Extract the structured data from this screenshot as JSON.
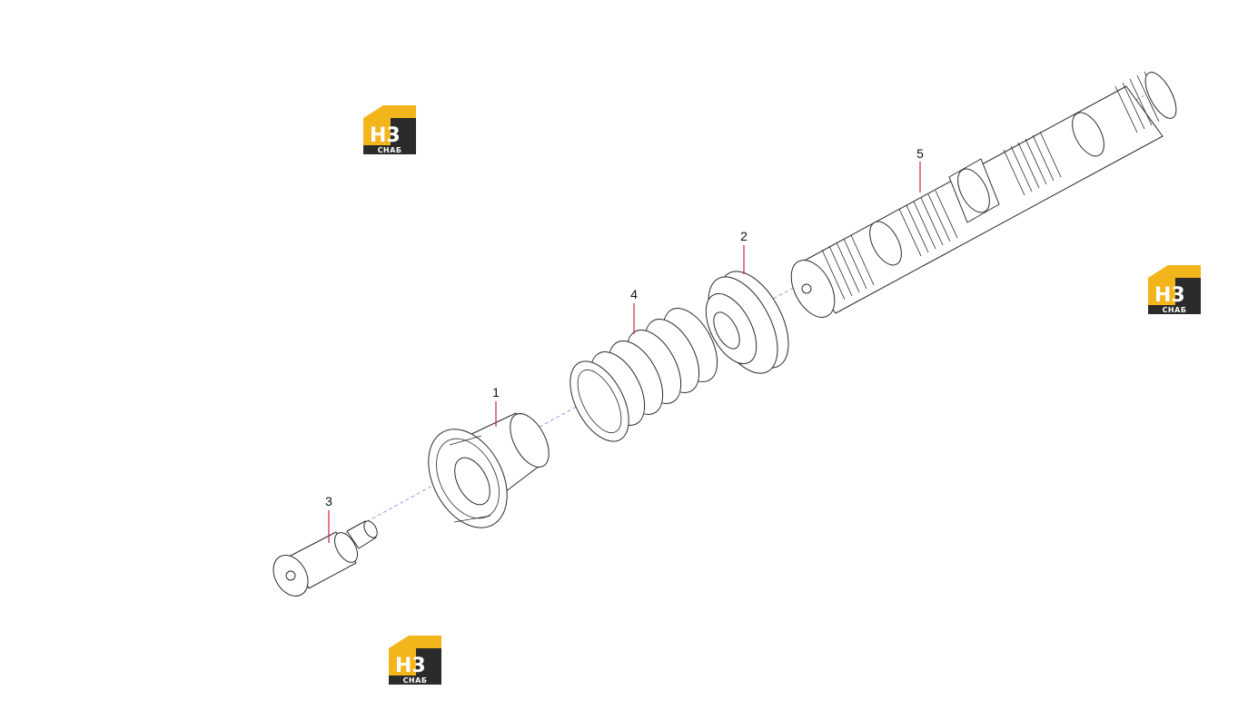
{
  "callouts": {
    "c1": "1",
    "c2": "2",
    "c3": "3",
    "c4": "4",
    "c5": "5"
  },
  "logo": {
    "main": "H3",
    "sub": "СНАБ"
  },
  "colors": {
    "logo_yellow": "#f2b51b",
    "logo_dark": "#2b2b2b",
    "leader_red": "#c8102e",
    "axis_blue": "#6b78c9"
  }
}
